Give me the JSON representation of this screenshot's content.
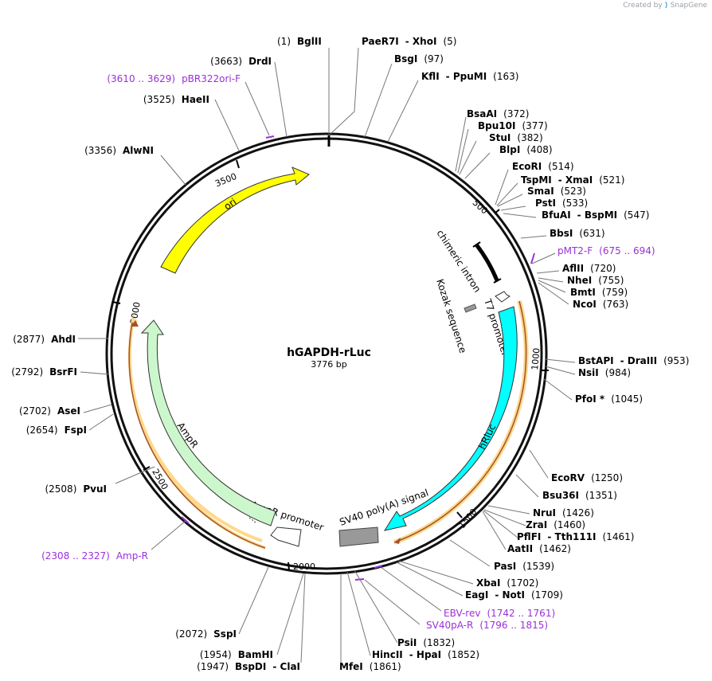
{
  "watermark": {
    "created_by": "Created by",
    "brand": "SnapGene"
  },
  "plasmid": {
    "name": "hGAPDH-rLuc",
    "size": "3776 bp"
  },
  "ticks": [
    "500",
    "1000",
    "1500",
    "2000",
    "2500",
    "3000",
    "3500"
  ],
  "features": [
    {
      "label": "ori",
      "color": "#ffff00"
    },
    {
      "label": "chimeric intron",
      "color": "#000000"
    },
    {
      "label": "T7 promoter",
      "color": "#ffffff"
    },
    {
      "label": "Kozak sequence",
      "color": "#999999"
    },
    {
      "label": "hRluc",
      "color": "#00ffff"
    },
    {
      "label": "SV40 poly(A) signal",
      "color": "#999999"
    },
    {
      "label": "AmpR promoter",
      "color": "#ffffff"
    },
    {
      "label": "AmpR",
      "color": "#ccf7cc"
    }
  ],
  "sites": [
    {
      "id": "bglII",
      "parts": [
        {
          "t": "(1)",
          "k": "pos"
        },
        {
          "t": "BglII",
          "k": "enz"
        }
      ]
    },
    {
      "id": "paer7i",
      "parts": [
        {
          "t": "PaeR7I",
          "k": "enz"
        },
        {
          "t": "- XhoI",
          "k": "enz"
        },
        {
          "t": "(5)",
          "k": "pos"
        }
      ]
    },
    {
      "id": "bsgi",
      "parts": [
        {
          "t": "BsgI",
          "k": "enz"
        },
        {
          "t": "(97)",
          "k": "pos"
        }
      ]
    },
    {
      "id": "kfli",
      "parts": [
        {
          "t": "KflI",
          "k": "enz"
        },
        {
          "t": "- PpuMI",
          "k": "enz"
        },
        {
          "t": "(163)",
          "k": "pos"
        }
      ]
    },
    {
      "id": "bsaai",
      "parts": [
        {
          "t": "BsaAI",
          "k": "enz"
        },
        {
          "t": "(372)",
          "k": "pos"
        }
      ]
    },
    {
      "id": "bpu10i",
      "parts": [
        {
          "t": "Bpu10I",
          "k": "enz"
        },
        {
          "t": "(377)",
          "k": "pos"
        }
      ]
    },
    {
      "id": "stui",
      "parts": [
        {
          "t": "StuI",
          "k": "enz"
        },
        {
          "t": "(382)",
          "k": "pos"
        }
      ]
    },
    {
      "id": "blpi",
      "parts": [
        {
          "t": "BlpI",
          "k": "enz"
        },
        {
          "t": "(408)",
          "k": "pos"
        }
      ]
    },
    {
      "id": "ecori",
      "parts": [
        {
          "t": "EcoRI",
          "k": "enz"
        },
        {
          "t": "(514)",
          "k": "pos"
        }
      ]
    },
    {
      "id": "tspmi",
      "parts": [
        {
          "t": "TspMI",
          "k": "enz"
        },
        {
          "t": "- XmaI",
          "k": "enz"
        },
        {
          "t": "(521)",
          "k": "pos"
        }
      ]
    },
    {
      "id": "smai",
      "parts": [
        {
          "t": "SmaI",
          "k": "enz"
        },
        {
          "t": "(523)",
          "k": "pos"
        }
      ]
    },
    {
      "id": "psti",
      "parts": [
        {
          "t": "PstI",
          "k": "enz"
        },
        {
          "t": "(533)",
          "k": "pos"
        }
      ]
    },
    {
      "id": "bfuai",
      "parts": [
        {
          "t": "BfuAI",
          "k": "enz"
        },
        {
          "t": "- BspMI",
          "k": "enz"
        },
        {
          "t": "(547)",
          "k": "pos"
        }
      ]
    },
    {
      "id": "bbsi",
      "parts": [
        {
          "t": "BbsI",
          "k": "enz"
        },
        {
          "t": "(631)",
          "k": "pos"
        }
      ]
    },
    {
      "id": "pmt2f",
      "parts": [
        {
          "t": "pMT2-F",
          "k": "primer"
        },
        {
          "t": "(675 .. 694)",
          "k": "primer"
        }
      ]
    },
    {
      "id": "aflii",
      "parts": [
        {
          "t": "AflII",
          "k": "enz"
        },
        {
          "t": "(720)",
          "k": "pos"
        }
      ]
    },
    {
      "id": "nhei",
      "parts": [
        {
          "t": "NheI",
          "k": "enz"
        },
        {
          "t": "(755)",
          "k": "pos"
        }
      ]
    },
    {
      "id": "bmti",
      "parts": [
        {
          "t": "BmtI",
          "k": "enz"
        },
        {
          "t": "(759)",
          "k": "pos"
        }
      ]
    },
    {
      "id": "ncoi",
      "parts": [
        {
          "t": "NcoI",
          "k": "enz"
        },
        {
          "t": "(763)",
          "k": "pos"
        }
      ]
    },
    {
      "id": "bstapi",
      "parts": [
        {
          "t": "BstAPI",
          "k": "enz"
        },
        {
          "t": "- DraIII",
          "k": "enz"
        },
        {
          "t": "(953)",
          "k": "pos"
        }
      ]
    },
    {
      "id": "nsii",
      "parts": [
        {
          "t": "NsiI",
          "k": "enz"
        },
        {
          "t": "(984)",
          "k": "pos"
        }
      ]
    },
    {
      "id": "pfoi",
      "parts": [
        {
          "t": "PfoI *",
          "k": "enz"
        },
        {
          "t": "(1045)",
          "k": "pos"
        }
      ]
    },
    {
      "id": "ecorv",
      "parts": [
        {
          "t": "EcoRV",
          "k": "enz"
        },
        {
          "t": "(1250)",
          "k": "pos"
        }
      ]
    },
    {
      "id": "bsu36i",
      "parts": [
        {
          "t": "Bsu36I",
          "k": "enz"
        },
        {
          "t": "(1351)",
          "k": "pos"
        }
      ]
    },
    {
      "id": "nrui",
      "parts": [
        {
          "t": "NruI",
          "k": "enz"
        },
        {
          "t": "(1426)",
          "k": "pos"
        }
      ]
    },
    {
      "id": "zrai",
      "parts": [
        {
          "t": "ZraI",
          "k": "enz"
        },
        {
          "t": "(1460)",
          "k": "pos"
        }
      ]
    },
    {
      "id": "pflfi",
      "parts": [
        {
          "t": "PflFI",
          "k": "enz"
        },
        {
          "t": "- Tth111I",
          "k": "enz"
        },
        {
          "t": "(1461)",
          "k": "pos"
        }
      ]
    },
    {
      "id": "aatii",
      "parts": [
        {
          "t": "AatII",
          "k": "enz"
        },
        {
          "t": "(1462)",
          "k": "pos"
        }
      ]
    },
    {
      "id": "pasi",
      "parts": [
        {
          "t": "PasI",
          "k": "enz"
        },
        {
          "t": "(1539)",
          "k": "pos"
        }
      ]
    },
    {
      "id": "xbai",
      "parts": [
        {
          "t": "XbaI",
          "k": "enz"
        },
        {
          "t": "(1702)",
          "k": "pos"
        }
      ]
    },
    {
      "id": "eagi",
      "parts": [
        {
          "t": "EagI",
          "k": "enz"
        },
        {
          "t": "- NotI",
          "k": "enz"
        },
        {
          "t": "(1709)",
          "k": "pos"
        }
      ]
    },
    {
      "id": "ebvrev",
      "parts": [
        {
          "t": "EBV-rev",
          "k": "primer"
        },
        {
          "t": "(1742 .. 1761)",
          "k": "primer"
        }
      ]
    },
    {
      "id": "sv40par",
      "parts": [
        {
          "t": "SV40pA-R",
          "k": "primer"
        },
        {
          "t": "(1796 .. 1815)",
          "k": "primer"
        }
      ]
    },
    {
      "id": "psii",
      "parts": [
        {
          "t": "PsiI",
          "k": "enz"
        },
        {
          "t": "(1832)",
          "k": "pos"
        }
      ]
    },
    {
      "id": "hincii",
      "parts": [
        {
          "t": "HincII",
          "k": "enz"
        },
        {
          "t": "- HpaI",
          "k": "enz"
        },
        {
          "t": "(1852)",
          "k": "pos"
        }
      ]
    },
    {
      "id": "mfei",
      "parts": [
        {
          "t": "MfeI",
          "k": "enz"
        },
        {
          "t": "(1861)",
          "k": "pos"
        }
      ]
    },
    {
      "id": "bspdi",
      "parts": [
        {
          "t": "(1947)",
          "k": "pos"
        },
        {
          "t": "BspDI",
          "k": "enz"
        },
        {
          "t": "- ClaI",
          "k": "enz"
        }
      ]
    },
    {
      "id": "bamhi",
      "parts": [
        {
          "t": "(1954)",
          "k": "pos"
        },
        {
          "t": "BamHI",
          "k": "enz"
        }
      ]
    },
    {
      "id": "sspi",
      "parts": [
        {
          "t": "(2072)",
          "k": "pos"
        },
        {
          "t": "SspI",
          "k": "enz"
        }
      ]
    },
    {
      "id": "ampr-primer",
      "parts": [
        {
          "t": "(2308 .. 2327)",
          "k": "primer"
        },
        {
          "t": "Amp-R",
          "k": "primer"
        }
      ]
    },
    {
      "id": "pvui",
      "parts": [
        {
          "t": "(2508)",
          "k": "pos"
        },
        {
          "t": "PvuI",
          "k": "enz"
        }
      ]
    },
    {
      "id": "fspi",
      "parts": [
        {
          "t": "(2654)",
          "k": "pos"
        },
        {
          "t": "FspI",
          "k": "enz"
        }
      ]
    },
    {
      "id": "asei",
      "parts": [
        {
          "t": "(2702)",
          "k": "pos"
        },
        {
          "t": "AseI",
          "k": "enz"
        }
      ]
    },
    {
      "id": "bsrfi",
      "parts": [
        {
          "t": "(2792)",
          "k": "pos"
        },
        {
          "t": "BsrFI",
          "k": "enz"
        }
      ]
    },
    {
      "id": "ahdi",
      "parts": [
        {
          "t": "(2877)",
          "k": "pos"
        },
        {
          "t": "AhdI",
          "k": "enz"
        }
      ]
    },
    {
      "id": "alwni",
      "parts": [
        {
          "t": "(3356)",
          "k": "pos"
        },
        {
          "t": "AlwNI",
          "k": "enz"
        }
      ]
    },
    {
      "id": "haeii",
      "parts": [
        {
          "t": "(3525)",
          "k": "pos"
        },
        {
          "t": "HaeII",
          "k": "enz"
        }
      ]
    },
    {
      "id": "pbr322",
      "parts": [
        {
          "t": "(3610 .. 3629)",
          "k": "primer"
        },
        {
          "t": "pBR322ori-F",
          "k": "primer"
        }
      ]
    },
    {
      "id": "drdi",
      "parts": [
        {
          "t": "(3663)",
          "k": "pos"
        },
        {
          "t": "DrdI",
          "k": "enz"
        }
      ]
    }
  ]
}
